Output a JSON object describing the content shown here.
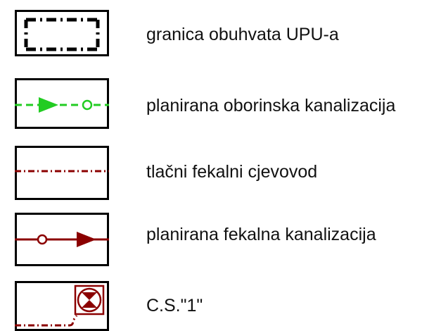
{
  "legend": {
    "items": [
      {
        "label": "granica obuhvata UPU-a",
        "symbol": "scope-boundary",
        "color": "#000000"
      },
      {
        "label": "planirana oborinska kanalizacija",
        "symbol": "planned-storm-sewer",
        "color": "#22cc22"
      },
      {
        "label": "tlačni fekalni cjevovod",
        "symbol": "pressure-sewage-pipeline",
        "color": "#8b0000"
      },
      {
        "label": "planirana fekalna kanalizacija",
        "symbol": "planned-sewage-line",
        "color": "#8b0000"
      },
      {
        "label": "C.S.\"1\"",
        "symbol": "pumping-station-icon",
        "color": "#8b0000"
      }
    ]
  }
}
